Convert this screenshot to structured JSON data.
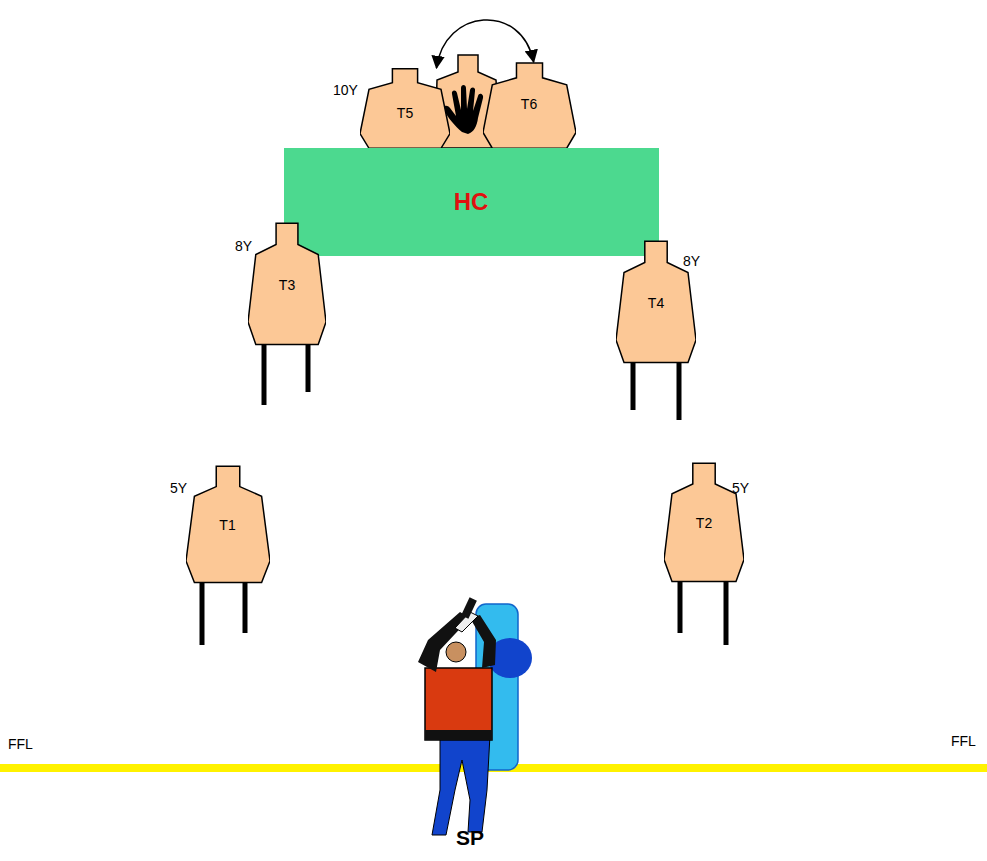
{
  "diagram": {
    "nodes": [
      {
        "text": [
          "T5"
        ]
      },
      {
        "text": [
          "T6"
        ]
      },
      {
        "text": [
          "HC"
        ]
      },
      {
        "text": [
          "T3"
        ]
      },
      {
        "text": [
          "T4"
        ]
      },
      {
        "text": [
          "T1"
        ]
      },
      {
        "text": [
          "T2"
        ]
      }
    ],
    "edges": [
      {
        "from": 0,
        "to": 1,
        "arrow": "both"
      }
    ],
    "labels": [
      "10Y",
      "8Y",
      "8Y",
      "5Y",
      "5Y",
      "FFL",
      "FFL",
      "SP"
    ]
  }
}
